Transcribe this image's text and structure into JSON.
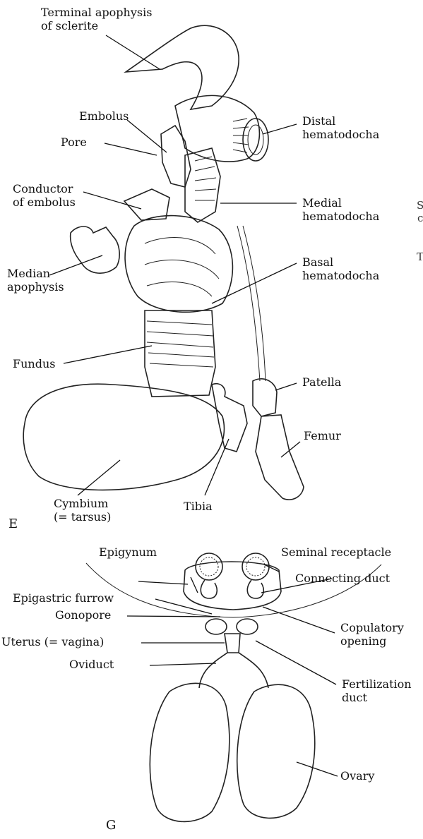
{
  "figure_e": {
    "panel_letter": "E",
    "labels": {
      "terminal_apophysis_line1": "Terminal apophysis",
      "terminal_apophysis_line2": "of sclerite",
      "embolus": "Embolus",
      "pore": "Pore",
      "conductor_line1": "Conductor",
      "conductor_line2": "of embolus",
      "median_apophysis_line1": "Median",
      "median_apophysis_line2": "apophysis",
      "fundus": "Fundus",
      "cymbium_line1": "Cymbium",
      "cymbium_line2": "(= tarsus)",
      "tibia": "Tibia",
      "distal_line1": "Distal",
      "distal_line2": "hematodocha",
      "medial_line1": "Medial",
      "medial_line2": "hematodocha",
      "basal_line1": "Basal",
      "basal_line2": "hematodocha",
      "patella": "Patella",
      "femur": "Femur"
    }
  },
  "figure_g": {
    "panel_letter": "G",
    "labels": {
      "epigynum": "Epigynum",
      "seminal_receptacle": "Seminal receptacle",
      "connecting_duct": "Connecting duct",
      "epigastric_furrow": "Epigastric furrow",
      "gonopore": "Gonopore",
      "uterus": "Uterus (= vagina)",
      "oviduct": "Oviduct",
      "copulatory_line1": "Copulatory",
      "copulatory_line2": "opening",
      "fertilization_line1": "Fertilization",
      "fertilization_line2": "duct",
      "ovary": "Ovary"
    }
  },
  "edge_fragments": {
    "s": "S",
    "c": "c",
    "t": "T"
  }
}
